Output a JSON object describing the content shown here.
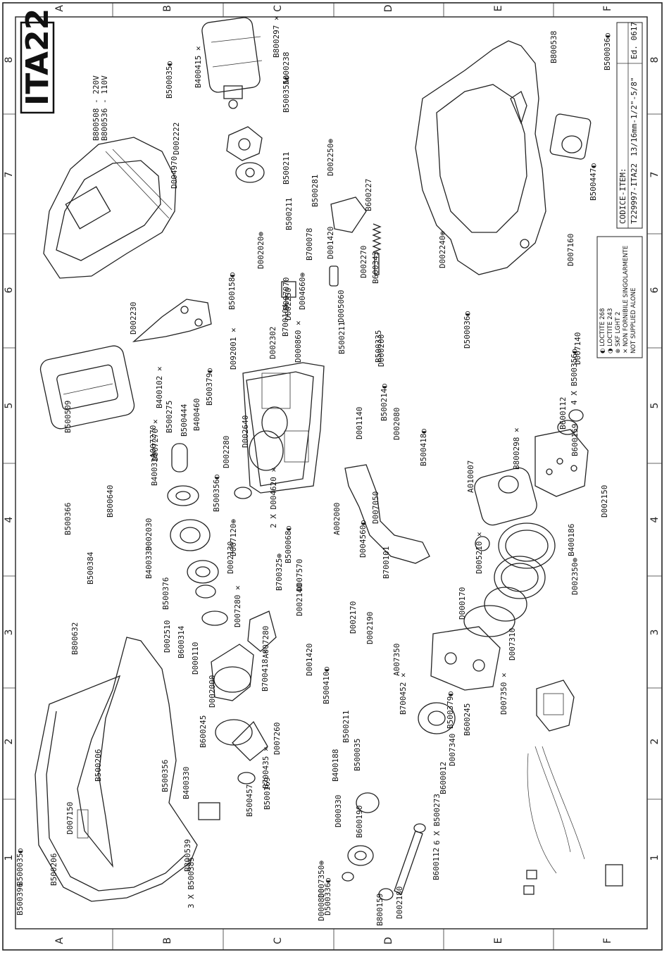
{
  "title": "ITA22",
  "frame": {
    "columns": [
      "A",
      "B",
      "C",
      "D",
      "E",
      "F"
    ],
    "rows": [
      "1",
      "2",
      "3",
      "4",
      "5",
      "6",
      "7",
      "8"
    ]
  },
  "title_block": {
    "code_label": "CODICE-ITEM:",
    "code_value": "T229997-ITA22",
    "size": "13/16mm-1/2\"-5/8\"",
    "edition": "Ed. 0617"
  },
  "legend": [
    {
      "symbol": "◐",
      "text": "LOCTITE 268"
    },
    {
      "symbol": "◑",
      "text": "LOCTITE 243"
    },
    {
      "symbol": "⊕",
      "text": "SKF LGHT 2"
    },
    {
      "symbol": "✕",
      "text": "NON FORNIBILE SINGOLARMENTE"
    },
    {
      "symbol": "",
      "text": "NOT SUPPLIED ALONE"
    }
  ],
  "part_labels": [
    "B800508 - 220V",
    "B800536 - 110V",
    "B500509",
    "B500366",
    "B800640",
    "B500384",
    "B800632",
    "B500396",
    "D007150",
    "B500206",
    "B500035◐",
    "B500206",
    "B800539",
    "3 X B500385",
    "B500356",
    "B400330",
    "B500457",
    "B500169",
    "D007260",
    "B700435 ✕",
    "B600245",
    "D002000",
    "B700418 ✕",
    "A007280",
    "D007280 ✕",
    "B500376",
    "D002510",
    "B600314",
    "D000110",
    "B400333",
    "D002030",
    "B400333",
    "D002130",
    "B500356◐",
    "D007120⊕",
    "A007270",
    "D007270 ✕",
    "B400102 ✕",
    "B500275",
    "B500444",
    "B400460",
    "B500379◐",
    "D002280",
    "D002640",
    "B700325⊕",
    "2 X D004620 ✕",
    "B500068◐",
    "D002140",
    "D007570",
    "D001420",
    "B500410◐",
    "D002230",
    "D092001 ✕",
    "A002000",
    "D002302",
    "B700104",
    "D002250",
    "D000860 ✕",
    "D004660⊕",
    "D007070",
    "B500158◐",
    "D002020⊕",
    "D001420",
    "B500211",
    "D004970",
    "D002222",
    "B500211",
    "B500035◐",
    "B400415 ✕",
    "A000238",
    "B800297 ✕",
    "B500355◐",
    "D002250⊕",
    "B500281",
    "B700078",
    "B600227",
    "D002270",
    "B600343",
    "D002240⊕",
    "D005060",
    "B500335",
    "D000200",
    "B500214◐",
    "B500211",
    "D002080",
    "D001140",
    "D007050",
    "B500418◐",
    "D004560◐",
    "B700101",
    "D002170",
    "D002190",
    "A007350",
    "B700452 ✕",
    "B500211",
    "B500035",
    "B400188",
    "D000330",
    "B600190",
    "D007350⊕",
    "D000800",
    "D500336◐",
    "B800159",
    "D002180",
    "B600112",
    "6 X B500273",
    "B600012",
    "D007340",
    "B600245",
    "B500379◐",
    "D007350 ✕",
    "D007310",
    "D002350⊕",
    "B400186",
    "D005210 ✕",
    "D000170",
    "A010007",
    "B800298 ✕",
    "B600112",
    "D002150",
    "B600159",
    "4 X B500356◐",
    "D007140",
    "D500036◐",
    "D007160",
    "B500447◐",
    "B500036◐",
    "B800538"
  ]
}
